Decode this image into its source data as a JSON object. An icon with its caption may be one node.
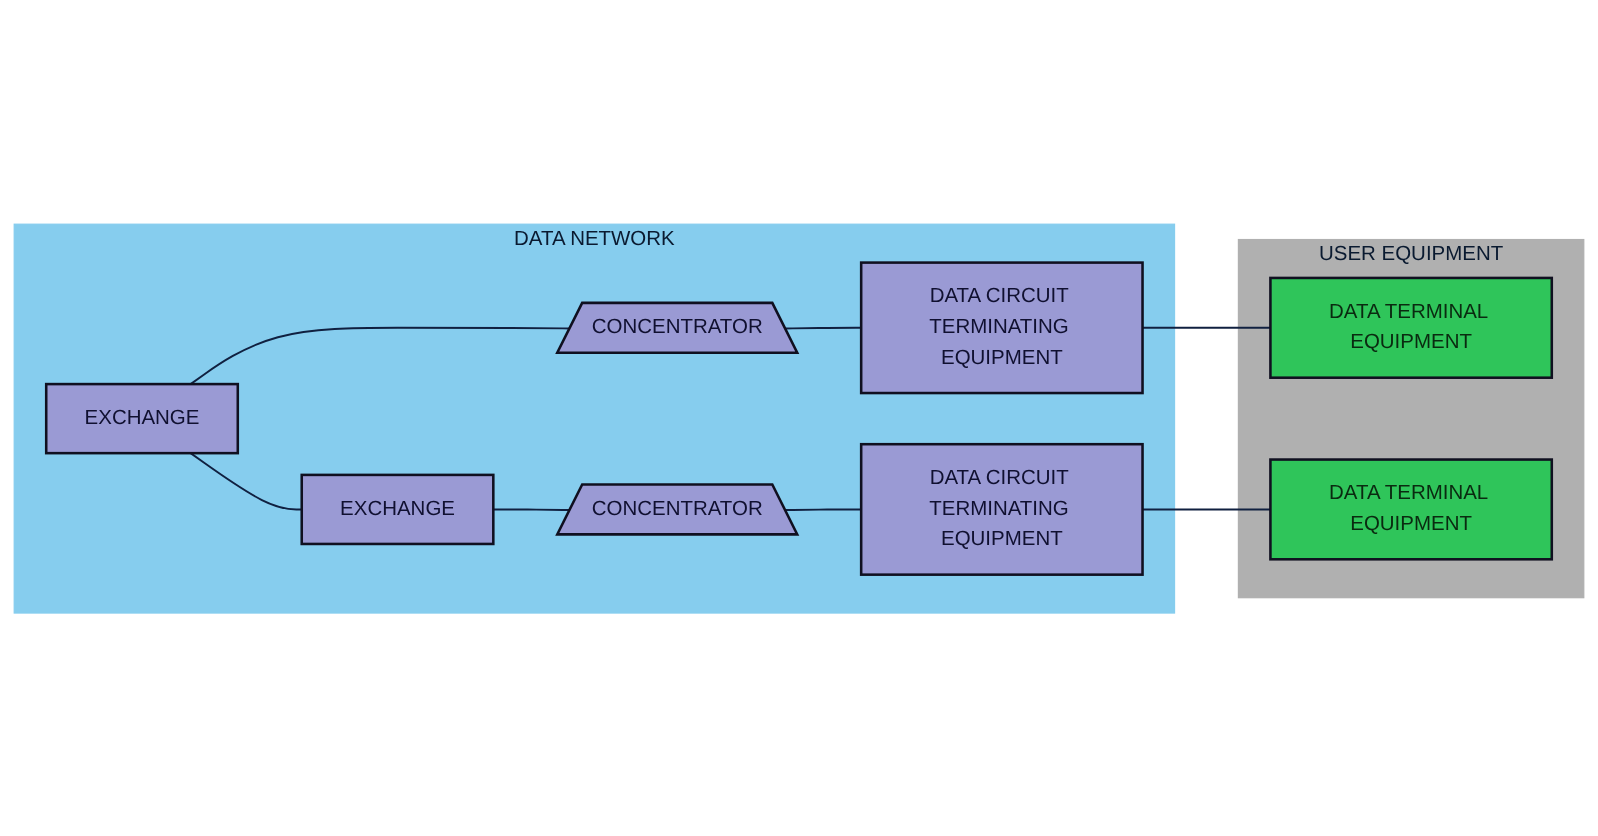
{
  "diagram": {
    "nodes": [
      {
        "text": [
          "DATA NETWORK"
        ]
      },
      {
        "text": [
          "EXCHANGE"
        ],
        "in": 0
      },
      {
        "text": [
          "CONCENTRATOR"
        ],
        "in": 0
      },
      {
        "text": [
          "DATA CIRCUIT TERMINATING EQUIPMENT"
        ],
        "in": 0
      },
      {
        "text": [
          "EXCHANGE"
        ],
        "in": 0
      },
      {
        "text": [
          "CONCENTRATOR"
        ],
        "in": 0
      },
      {
        "text": [
          "DATA CIRCUIT TERMINATING EQUIPMENT"
        ],
        "in": 0
      },
      {
        "text": [
          "USER EQUIPMENT"
        ]
      },
      {
        "text": [
          "DATA TERMINAL EQUIPMENT"
        ],
        "in": 7
      },
      {
        "text": [
          "DATA TERMINAL EQUIPMENT"
        ],
        "in": 7
      }
    ],
    "edges": [
      {
        "from": 1,
        "to": 2,
        "arrow": "none"
      },
      {
        "from": 2,
        "to": 3,
        "arrow": "none"
      },
      {
        "from": 3,
        "to": 8,
        "arrow": "none"
      },
      {
        "from": 1,
        "to": 4,
        "arrow": "none"
      },
      {
        "from": 4,
        "to": 5,
        "arrow": "none"
      },
      {
        "from": 5,
        "to": 6,
        "arrow": "none"
      },
      {
        "from": 6,
        "to": 9,
        "arrow": "none"
      }
    ]
  }
}
